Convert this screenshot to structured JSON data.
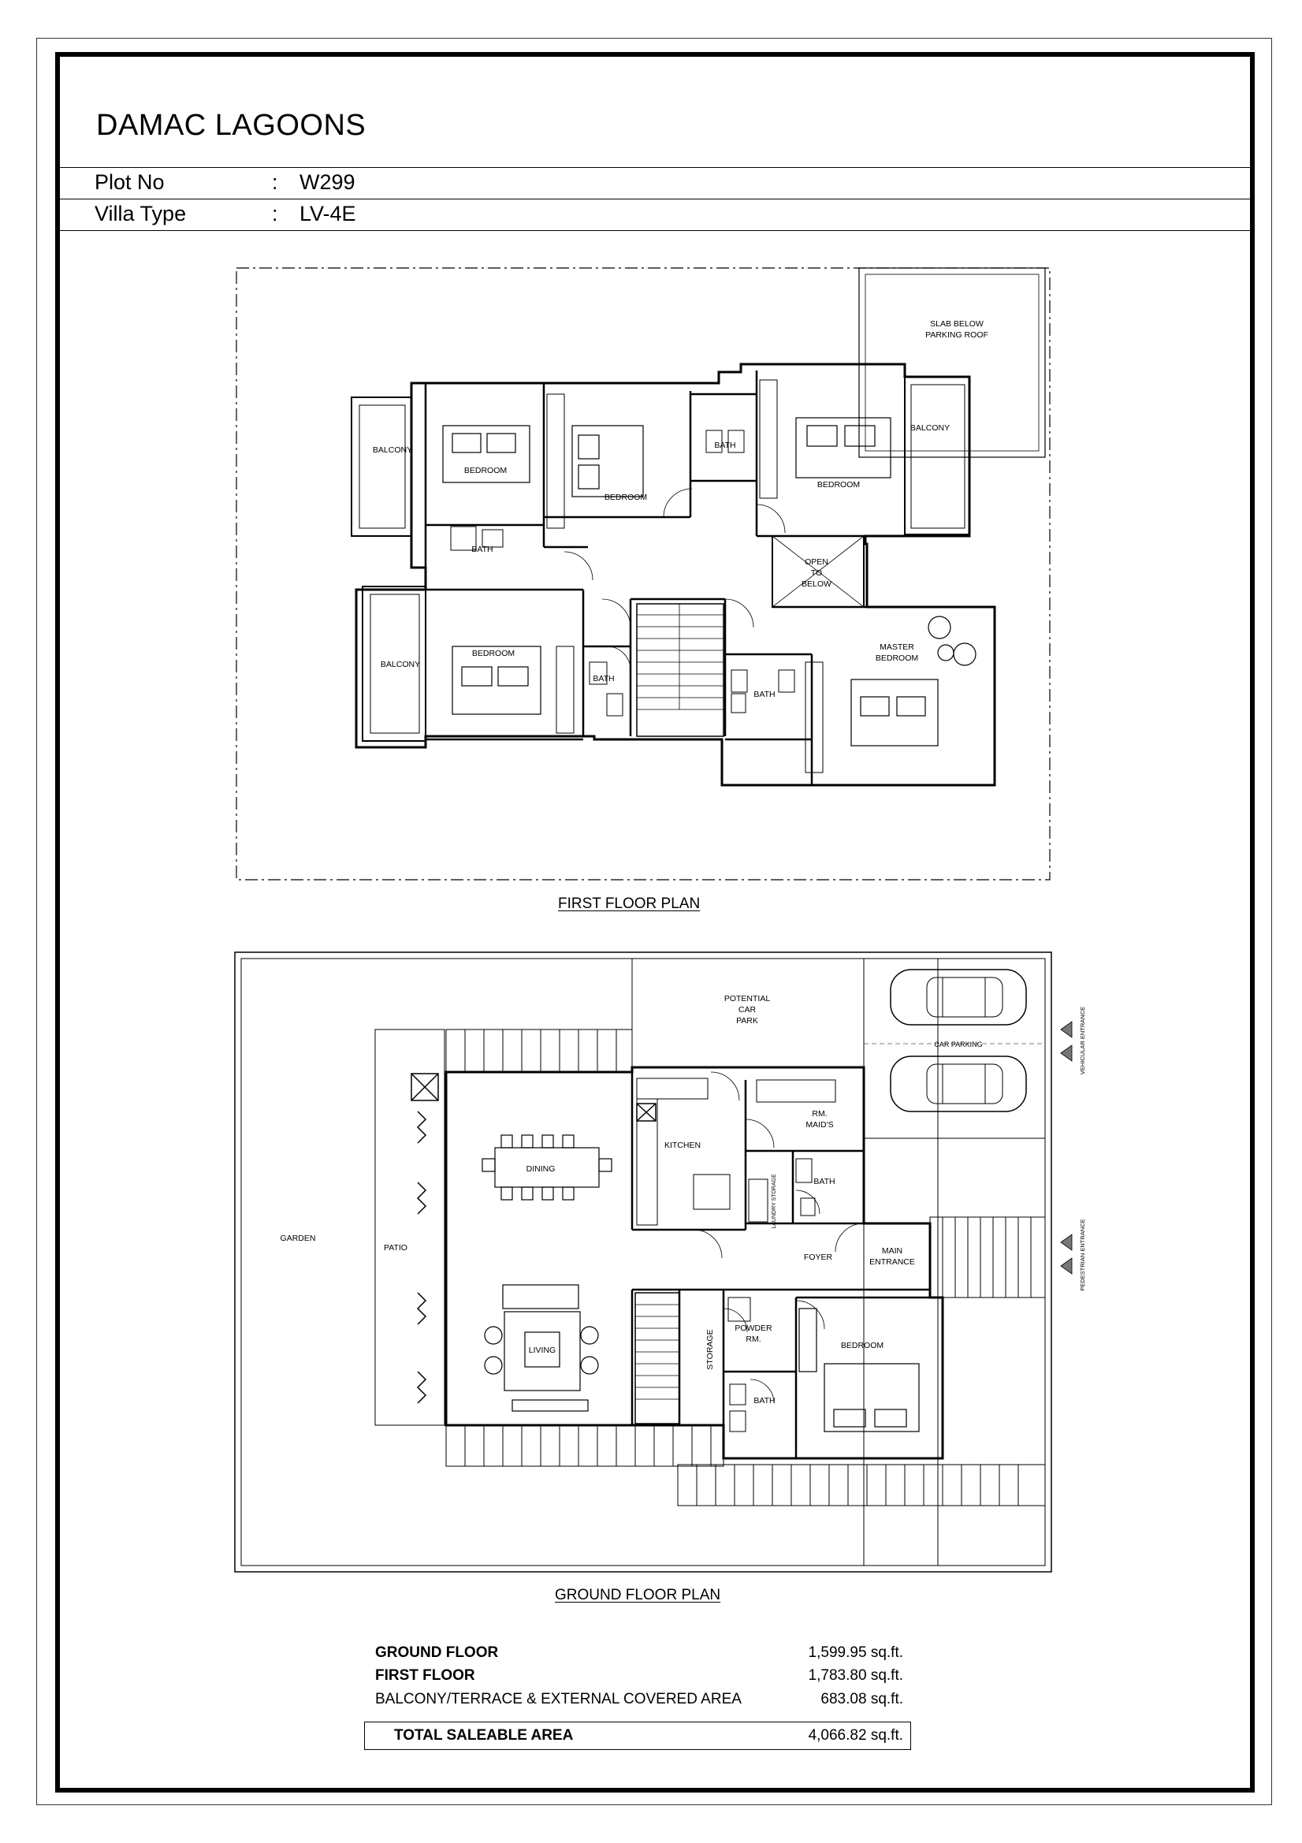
{
  "header": {
    "title": "DAMAC LAGOONS",
    "plot_label": "Plot No",
    "plot_value": "W299",
    "villa_label": "Villa Type",
    "villa_value": "LV-4E",
    "separator": ":"
  },
  "first_floor": {
    "caption": "FIRST FLOOR PLAN",
    "rooms": {
      "slab_below": "SLAB BELOW",
      "parking_roof": "PARKING ROOF",
      "balcony": "BALCONY",
      "bedroom": "BEDROOM",
      "bath": "BATH",
      "open": "OPEN",
      "to": "TO",
      "below": "BELOW",
      "master": "MASTER"
    }
  },
  "ground_floor": {
    "caption": "GROUND FLOOR PLAN",
    "rooms": {
      "potential": "POTENTIAL",
      "car": "CAR",
      "park": "PARK",
      "car_parking": "CAR PARKING",
      "vehicular_entrance": "VEHICULAR ENTRANCE",
      "pedestrian_entrance": "PEDESTRIAN ENTRANCE",
      "rm": "RM.",
      "maids": "MAID'S",
      "kitchen": "KITCHEN",
      "dining": "DINING",
      "garden": "GARDEN",
      "patio": "PATIO",
      "laundry_storage": "LAUNDRY STORAGE",
      "bath": "BATH",
      "foyer": "FOYER",
      "main": "MAIN",
      "entrance": "ENTRANCE",
      "living": "LIVING",
      "storage": "STORAGE",
      "powder": "POWDER",
      "powder_rm": "RM.",
      "bedroom": "BEDROOM"
    }
  },
  "areas": {
    "ground_label": "GROUND FLOOR",
    "ground_value": "1,599.95 sq.ft.",
    "first_label": "FIRST FLOOR",
    "first_value": "1,783.80 sq.ft.",
    "balcony_label": "BALCONY/TERRACE & EXTERNAL COVERED AREA",
    "balcony_value": "683.08 sq.ft.",
    "total_label": "TOTAL SALEABLE AREA",
    "total_value": "4,066.82 sq.ft."
  }
}
